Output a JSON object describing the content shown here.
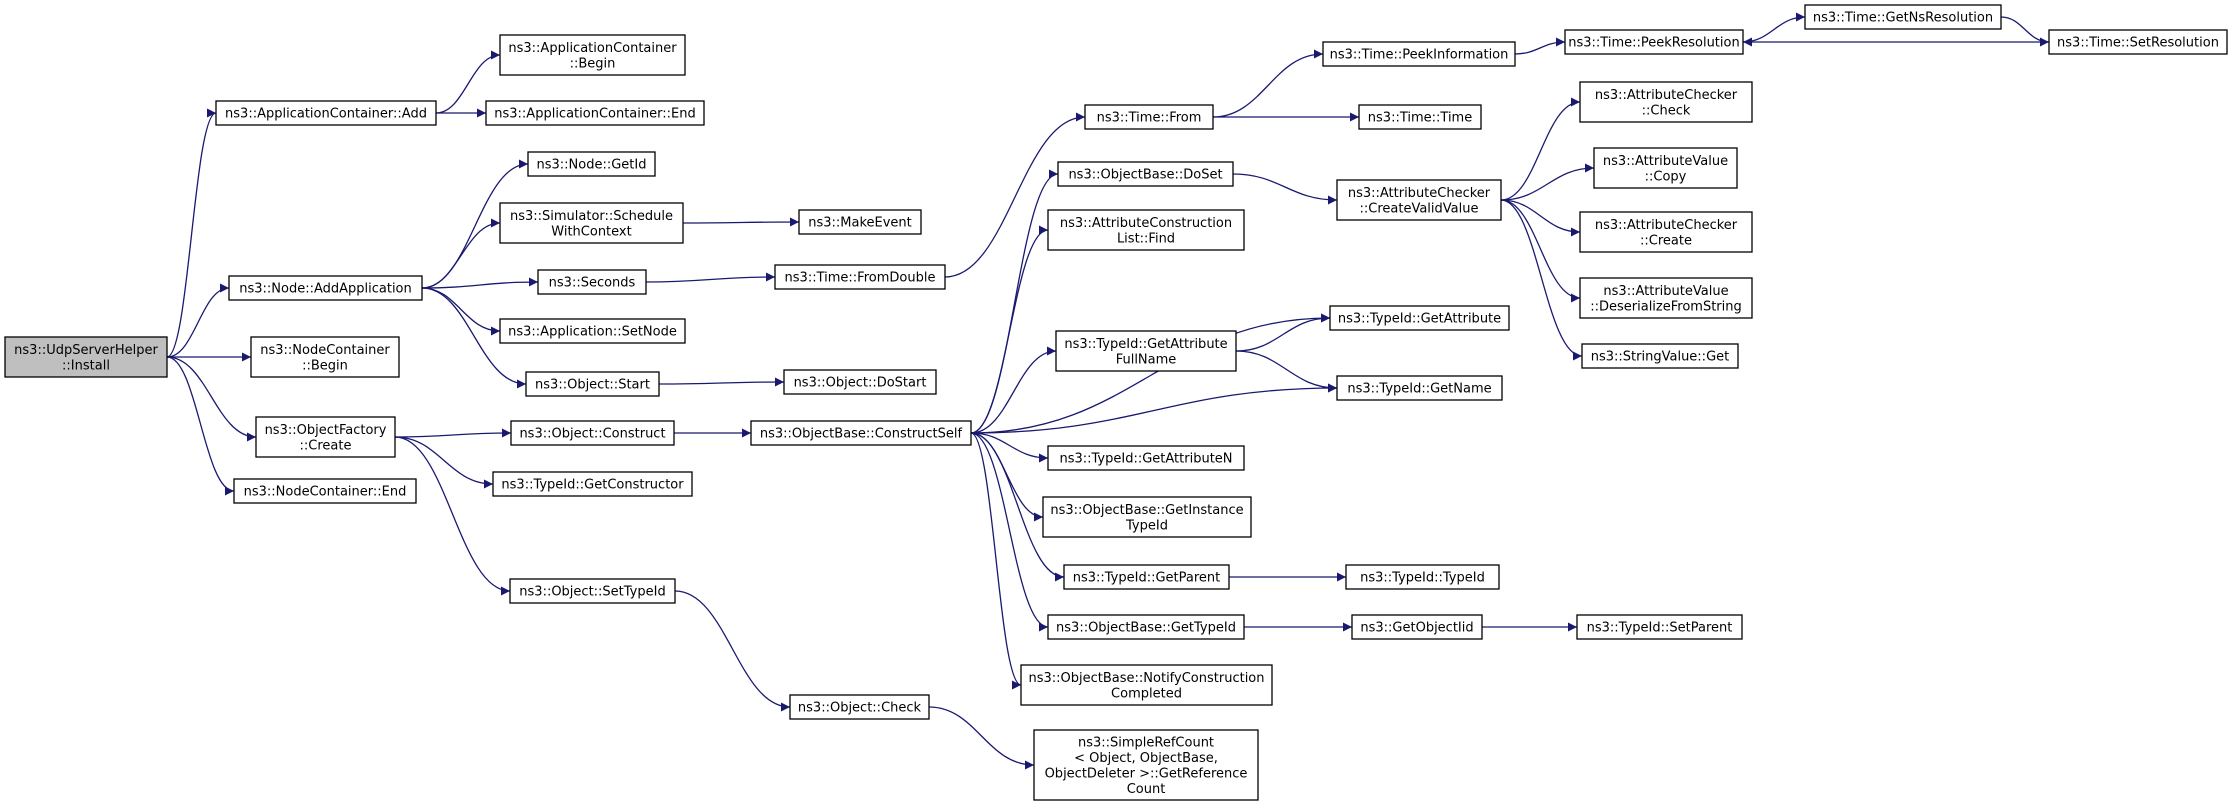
{
  "graph": {
    "root": "n_install",
    "nodes": [
      {
        "id": "n_install",
        "lines": [
          "ns3::UdpServerHelper",
          "::Install"
        ]
      },
      {
        "id": "n_ac_add",
        "lines": [
          "ns3::ApplicationContainer::Add"
        ]
      },
      {
        "id": "n_ac_begin",
        "lines": [
          "ns3::ApplicationContainer",
          "::Begin"
        ]
      },
      {
        "id": "n_ac_end",
        "lines": [
          "ns3::ApplicationContainer::End"
        ]
      },
      {
        "id": "n_node_addapp",
        "lines": [
          "ns3::Node::AddApplication"
        ]
      },
      {
        "id": "n_node_getid",
        "lines": [
          "ns3::Node::GetId"
        ]
      },
      {
        "id": "n_sim_sched",
        "lines": [
          "ns3::Simulator::Schedule",
          "WithContext"
        ]
      },
      {
        "id": "n_makeevent",
        "lines": [
          "ns3::MakeEvent"
        ]
      },
      {
        "id": "n_seconds",
        "lines": [
          "ns3::Seconds"
        ]
      },
      {
        "id": "n_time_fromdouble",
        "lines": [
          "ns3::Time::FromDouble"
        ]
      },
      {
        "id": "n_app_setnode",
        "lines": [
          "ns3::Application::SetNode"
        ]
      },
      {
        "id": "n_obj_start",
        "lines": [
          "ns3::Object::Start"
        ]
      },
      {
        "id": "n_obj_dostart",
        "lines": [
          "ns3::Object::DoStart"
        ]
      },
      {
        "id": "n_nc_begin",
        "lines": [
          "ns3::NodeContainer",
          "::Begin"
        ]
      },
      {
        "id": "n_of_create",
        "lines": [
          "ns3::ObjectFactory",
          "::Create"
        ]
      },
      {
        "id": "n_obj_construct",
        "lines": [
          "ns3::Object::Construct"
        ]
      },
      {
        "id": "n_tid_getctor",
        "lines": [
          "ns3::TypeId::GetConstructor"
        ]
      },
      {
        "id": "n_obj_settypeid",
        "lines": [
          "ns3::Object::SetTypeId"
        ]
      },
      {
        "id": "n_obj_check",
        "lines": [
          "ns3::Object::Check"
        ]
      },
      {
        "id": "n_nc_end",
        "lines": [
          "ns3::NodeContainer::End"
        ]
      },
      {
        "id": "n_ob_constructself",
        "lines": [
          "ns3::ObjectBase::ConstructSelf"
        ]
      },
      {
        "id": "n_time_from",
        "lines": [
          "ns3::Time::From"
        ]
      },
      {
        "id": "n_time_peekinfo",
        "lines": [
          "ns3::Time::PeekInformation"
        ]
      },
      {
        "id": "n_time_time",
        "lines": [
          "ns3::Time::Time"
        ]
      },
      {
        "id": "n_time_peekres",
        "lines": [
          "ns3::Time::PeekResolution"
        ]
      },
      {
        "id": "n_time_getnsres",
        "lines": [
          "ns3::Time::GetNsResolution"
        ]
      },
      {
        "id": "n_time_setres",
        "lines": [
          "ns3::Time::SetResolution"
        ]
      },
      {
        "id": "n_ob_doset",
        "lines": [
          "ns3::ObjectBase::DoSet"
        ]
      },
      {
        "id": "n_ac_createvalid",
        "lines": [
          "ns3::AttributeChecker",
          "::CreateValidValue"
        ]
      },
      {
        "id": "n_ac_check",
        "lines": [
          "ns3::AttributeChecker",
          "::Check"
        ]
      },
      {
        "id": "n_av_copy",
        "lines": [
          "ns3::AttributeValue",
          "::Copy"
        ]
      },
      {
        "id": "n_achk_create",
        "lines": [
          "ns3::AttributeChecker",
          "::Create"
        ]
      },
      {
        "id": "n_av_deser",
        "lines": [
          "ns3::AttributeValue",
          "::DeserializeFromString"
        ]
      },
      {
        "id": "n_sv_get",
        "lines": [
          "ns3::StringValue::Get"
        ]
      },
      {
        "id": "n_acl_find",
        "lines": [
          "ns3::AttributeConstruction",
          "List::Find"
        ]
      },
      {
        "id": "n_tid_getattrfull",
        "lines": [
          "ns3::TypeId::GetAttribute",
          "FullName"
        ]
      },
      {
        "id": "n_tid_getattr",
        "lines": [
          "ns3::TypeId::GetAttribute"
        ]
      },
      {
        "id": "n_tid_getname",
        "lines": [
          "ns3::TypeId::GetName"
        ]
      },
      {
        "id": "n_tid_getattrn",
        "lines": [
          "ns3::TypeId::GetAttributeN"
        ]
      },
      {
        "id": "n_ob_getinst",
        "lines": [
          "ns3::ObjectBase::GetInstance",
          "TypeId"
        ]
      },
      {
        "id": "n_tid_getparent",
        "lines": [
          "ns3::TypeId::GetParent"
        ]
      },
      {
        "id": "n_tid_typeid",
        "lines": [
          "ns3::TypeId::TypeId"
        ]
      },
      {
        "id": "n_ob_gettypeid",
        "lines": [
          "ns3::ObjectBase::GetTypeId"
        ]
      },
      {
        "id": "n_getobjectiid",
        "lines": [
          "ns3::GetObjectIid"
        ]
      },
      {
        "id": "n_tid_setparent",
        "lines": [
          "ns3::TypeId::SetParent"
        ]
      },
      {
        "id": "n_ob_notify",
        "lines": [
          "ns3::ObjectBase::NotifyConstruction",
          "Completed"
        ]
      },
      {
        "id": "n_src_getref",
        "lines": [
          "ns3::SimpleRefCount",
          "< Object, ObjectBase,",
          "ObjectDeleter >::GetReference",
          "Count"
        ]
      }
    ],
    "edges": [
      [
        "n_install",
        "n_ac_add"
      ],
      [
        "n_install",
        "n_node_addapp"
      ],
      [
        "n_install",
        "n_nc_begin"
      ],
      [
        "n_install",
        "n_of_create"
      ],
      [
        "n_install",
        "n_nc_end"
      ],
      [
        "n_ac_add",
        "n_ac_begin"
      ],
      [
        "n_ac_add",
        "n_ac_end"
      ],
      [
        "n_node_addapp",
        "n_node_getid"
      ],
      [
        "n_node_addapp",
        "n_sim_sched"
      ],
      [
        "n_node_addapp",
        "n_seconds"
      ],
      [
        "n_node_addapp",
        "n_app_setnode"
      ],
      [
        "n_node_addapp",
        "n_obj_start"
      ],
      [
        "n_sim_sched",
        "n_makeevent"
      ],
      [
        "n_seconds",
        "n_time_fromdouble"
      ],
      [
        "n_time_fromdouble",
        "n_time_from"
      ],
      [
        "n_obj_start",
        "n_obj_dostart"
      ],
      [
        "n_of_create",
        "n_obj_construct"
      ],
      [
        "n_of_create",
        "n_tid_getctor"
      ],
      [
        "n_of_create",
        "n_obj_settypeid"
      ],
      [
        "n_obj_settypeid",
        "n_obj_check"
      ],
      [
        "n_obj_check",
        "n_src_getref"
      ],
      [
        "n_obj_construct",
        "n_ob_constructself"
      ],
      [
        "n_time_from",
        "n_time_peekinfo"
      ],
      [
        "n_time_from",
        "n_time_time"
      ],
      [
        "n_time_peekinfo",
        "n_time_peekres"
      ],
      [
        "n_time_peekres",
        "n_time_getnsres"
      ],
      [
        "n_time_getnsres",
        "n_time_setres"
      ],
      [
        "n_time_setres",
        "n_time_peekres"
      ],
      [
        "n_ob_constructself",
        "n_ob_doset"
      ],
      [
        "n_ob_constructself",
        "n_acl_find"
      ],
      [
        "n_ob_constructself",
        "n_tid_getattr"
      ],
      [
        "n_ob_constructself",
        "n_tid_getattrfull"
      ],
      [
        "n_ob_constructself",
        "n_tid_getname"
      ],
      [
        "n_ob_constructself",
        "n_tid_getattrn"
      ],
      [
        "n_ob_constructself",
        "n_ob_getinst"
      ],
      [
        "n_ob_constructself",
        "n_tid_getparent"
      ],
      [
        "n_ob_constructself",
        "n_ob_gettypeid"
      ],
      [
        "n_ob_constructself",
        "n_ob_notify"
      ],
      [
        "n_ob_doset",
        "n_ac_createvalid"
      ],
      [
        "n_ac_createvalid",
        "n_ac_check"
      ],
      [
        "n_ac_createvalid",
        "n_av_copy"
      ],
      [
        "n_ac_createvalid",
        "n_achk_create"
      ],
      [
        "n_ac_createvalid",
        "n_av_deser"
      ],
      [
        "n_ac_createvalid",
        "n_sv_get"
      ],
      [
        "n_tid_getattrfull",
        "n_tid_getattr"
      ],
      [
        "n_tid_getattrfull",
        "n_tid_getname"
      ],
      [
        "n_tid_getparent",
        "n_tid_typeid"
      ],
      [
        "n_ob_gettypeid",
        "n_getobjectiid"
      ],
      [
        "n_getobjectiid",
        "n_tid_setparent"
      ]
    ]
  },
  "colors": {
    "edge": "#191970",
    "node_border": "#000000",
    "node_fill": "#ffffff",
    "root_fill": "#bfbfbf"
  }
}
